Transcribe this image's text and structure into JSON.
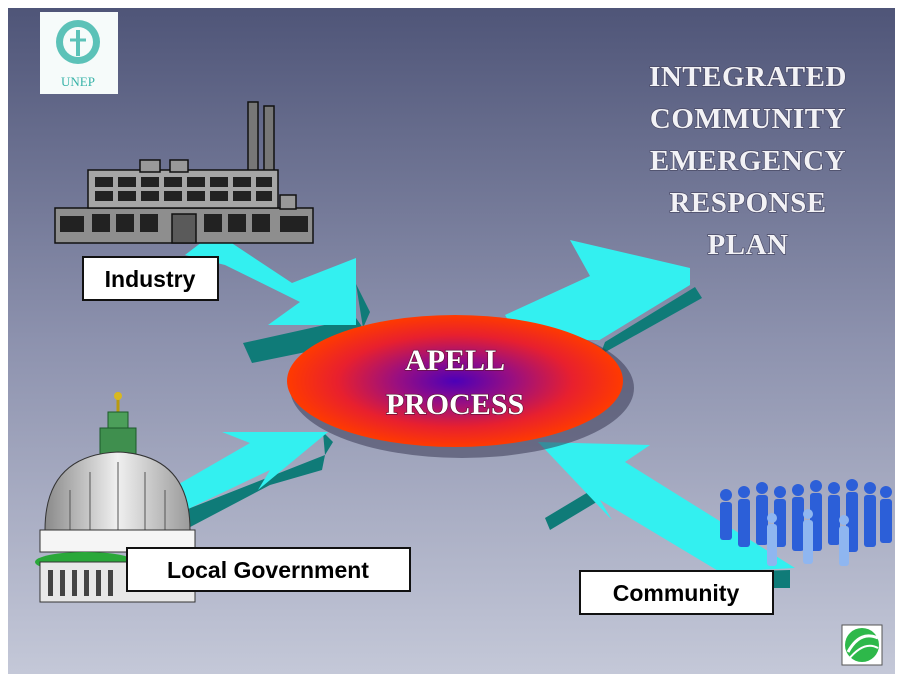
{
  "title": {
    "lines": [
      "INTEGRATED",
      "COMMUNITY",
      "EMERGENCY",
      "RESPONSE",
      "PLAN"
    ]
  },
  "center": {
    "line1": "APELL",
    "line2": "PROCESS"
  },
  "inputs": {
    "industry": "Industry",
    "local_government": "Local Government",
    "community": "Community"
  },
  "logo": {
    "text": "UNEP"
  },
  "colors": {
    "background_top": "#4f5578",
    "background_bottom": "#c4c8d8",
    "arrow_face": "#33f0f0",
    "arrow_side": "#0f7b78",
    "ellipse_outer": "#ff2a00",
    "ellipse_inner": "#5a00b4"
  },
  "icons": [
    "unep-logo-icon",
    "factory-icon",
    "capitol-dome-icon",
    "crowd-icon",
    "corner-logo-icon"
  ]
}
